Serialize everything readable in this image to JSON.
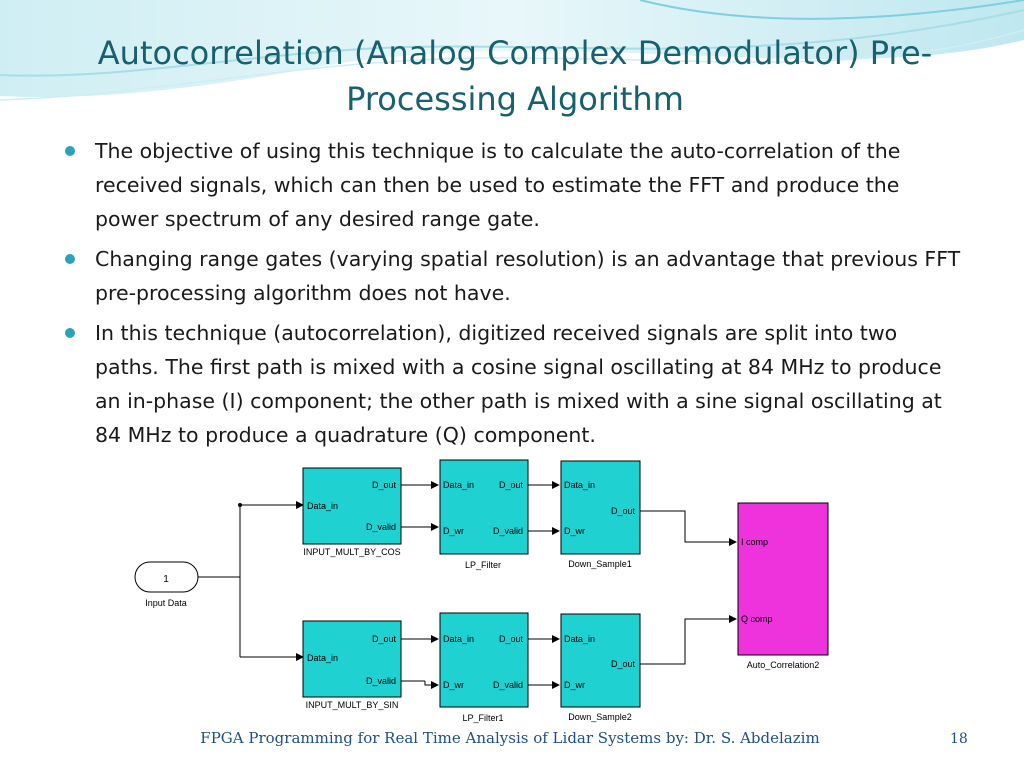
{
  "slide": {
    "title_line1": "Autocorrelation (Analog Complex Demodulator) Pre-",
    "title_line2": "Processing Algorithm",
    "bullets": [
      "The objective of using this technique is to calculate the auto-correlation of the received signals, which can then be used to estimate the FFT and produce the power spectrum of any desired range gate.",
      "Changing range gates (varying spatial resolution) is an advantage that previous FFT pre-processing algorithm does not have.",
      "In this technique (autocorrelation), digitized received signals are split into two paths. The first path is mixed with a cosine signal oscillating at 84 MHz to produce an in-phase (I) component; the other path is mixed with a sine signal oscillating at 84 MHz to produce a quadrature (Q) component."
    ],
    "footer": "FPGA Programming for Real Time Analysis of Lidar Systems by: Dr. S. Abdelazim",
    "page_number": "18"
  },
  "diagram": {
    "input": {
      "number": "1",
      "label": "Input Data"
    },
    "mult_cos": {
      "label": "INPUT_MULT_BY_COS",
      "port_in": "Data_in",
      "port_out1": "D_out",
      "port_out2": "D_valid"
    },
    "mult_sin": {
      "label": "INPUT_MULT_BY_SIN",
      "port_in": "Data_in",
      "port_out1": "D_out",
      "port_out2": "D_valid"
    },
    "lp_filter": {
      "label": "LP_Filter",
      "in1": "Data_in",
      "in2": "D_wr",
      "out1": "D_out",
      "out2": "D_valid"
    },
    "lp_filter1": {
      "label": "LP_Filter1",
      "in1": "Data_in",
      "in2": "D_wr",
      "out1": "D_out",
      "out2": "D_valid"
    },
    "down_sample1": {
      "label": "Down_Sample1",
      "in1": "Data_in",
      "in2": "D_wr",
      "out1": "D_out"
    },
    "down_sample2": {
      "label": "Down_Sample2",
      "in1": "Data_in",
      "in2": "D_wr",
      "out1": "D_out"
    },
    "auto_corr": {
      "label": "Auto_Correlation2",
      "in1": "I comp",
      "in2": "Q comp"
    },
    "colors": {
      "block_fill": "#1fd1d1",
      "autocorr_fill": "#ee33dd",
      "wire": "#000000"
    }
  }
}
